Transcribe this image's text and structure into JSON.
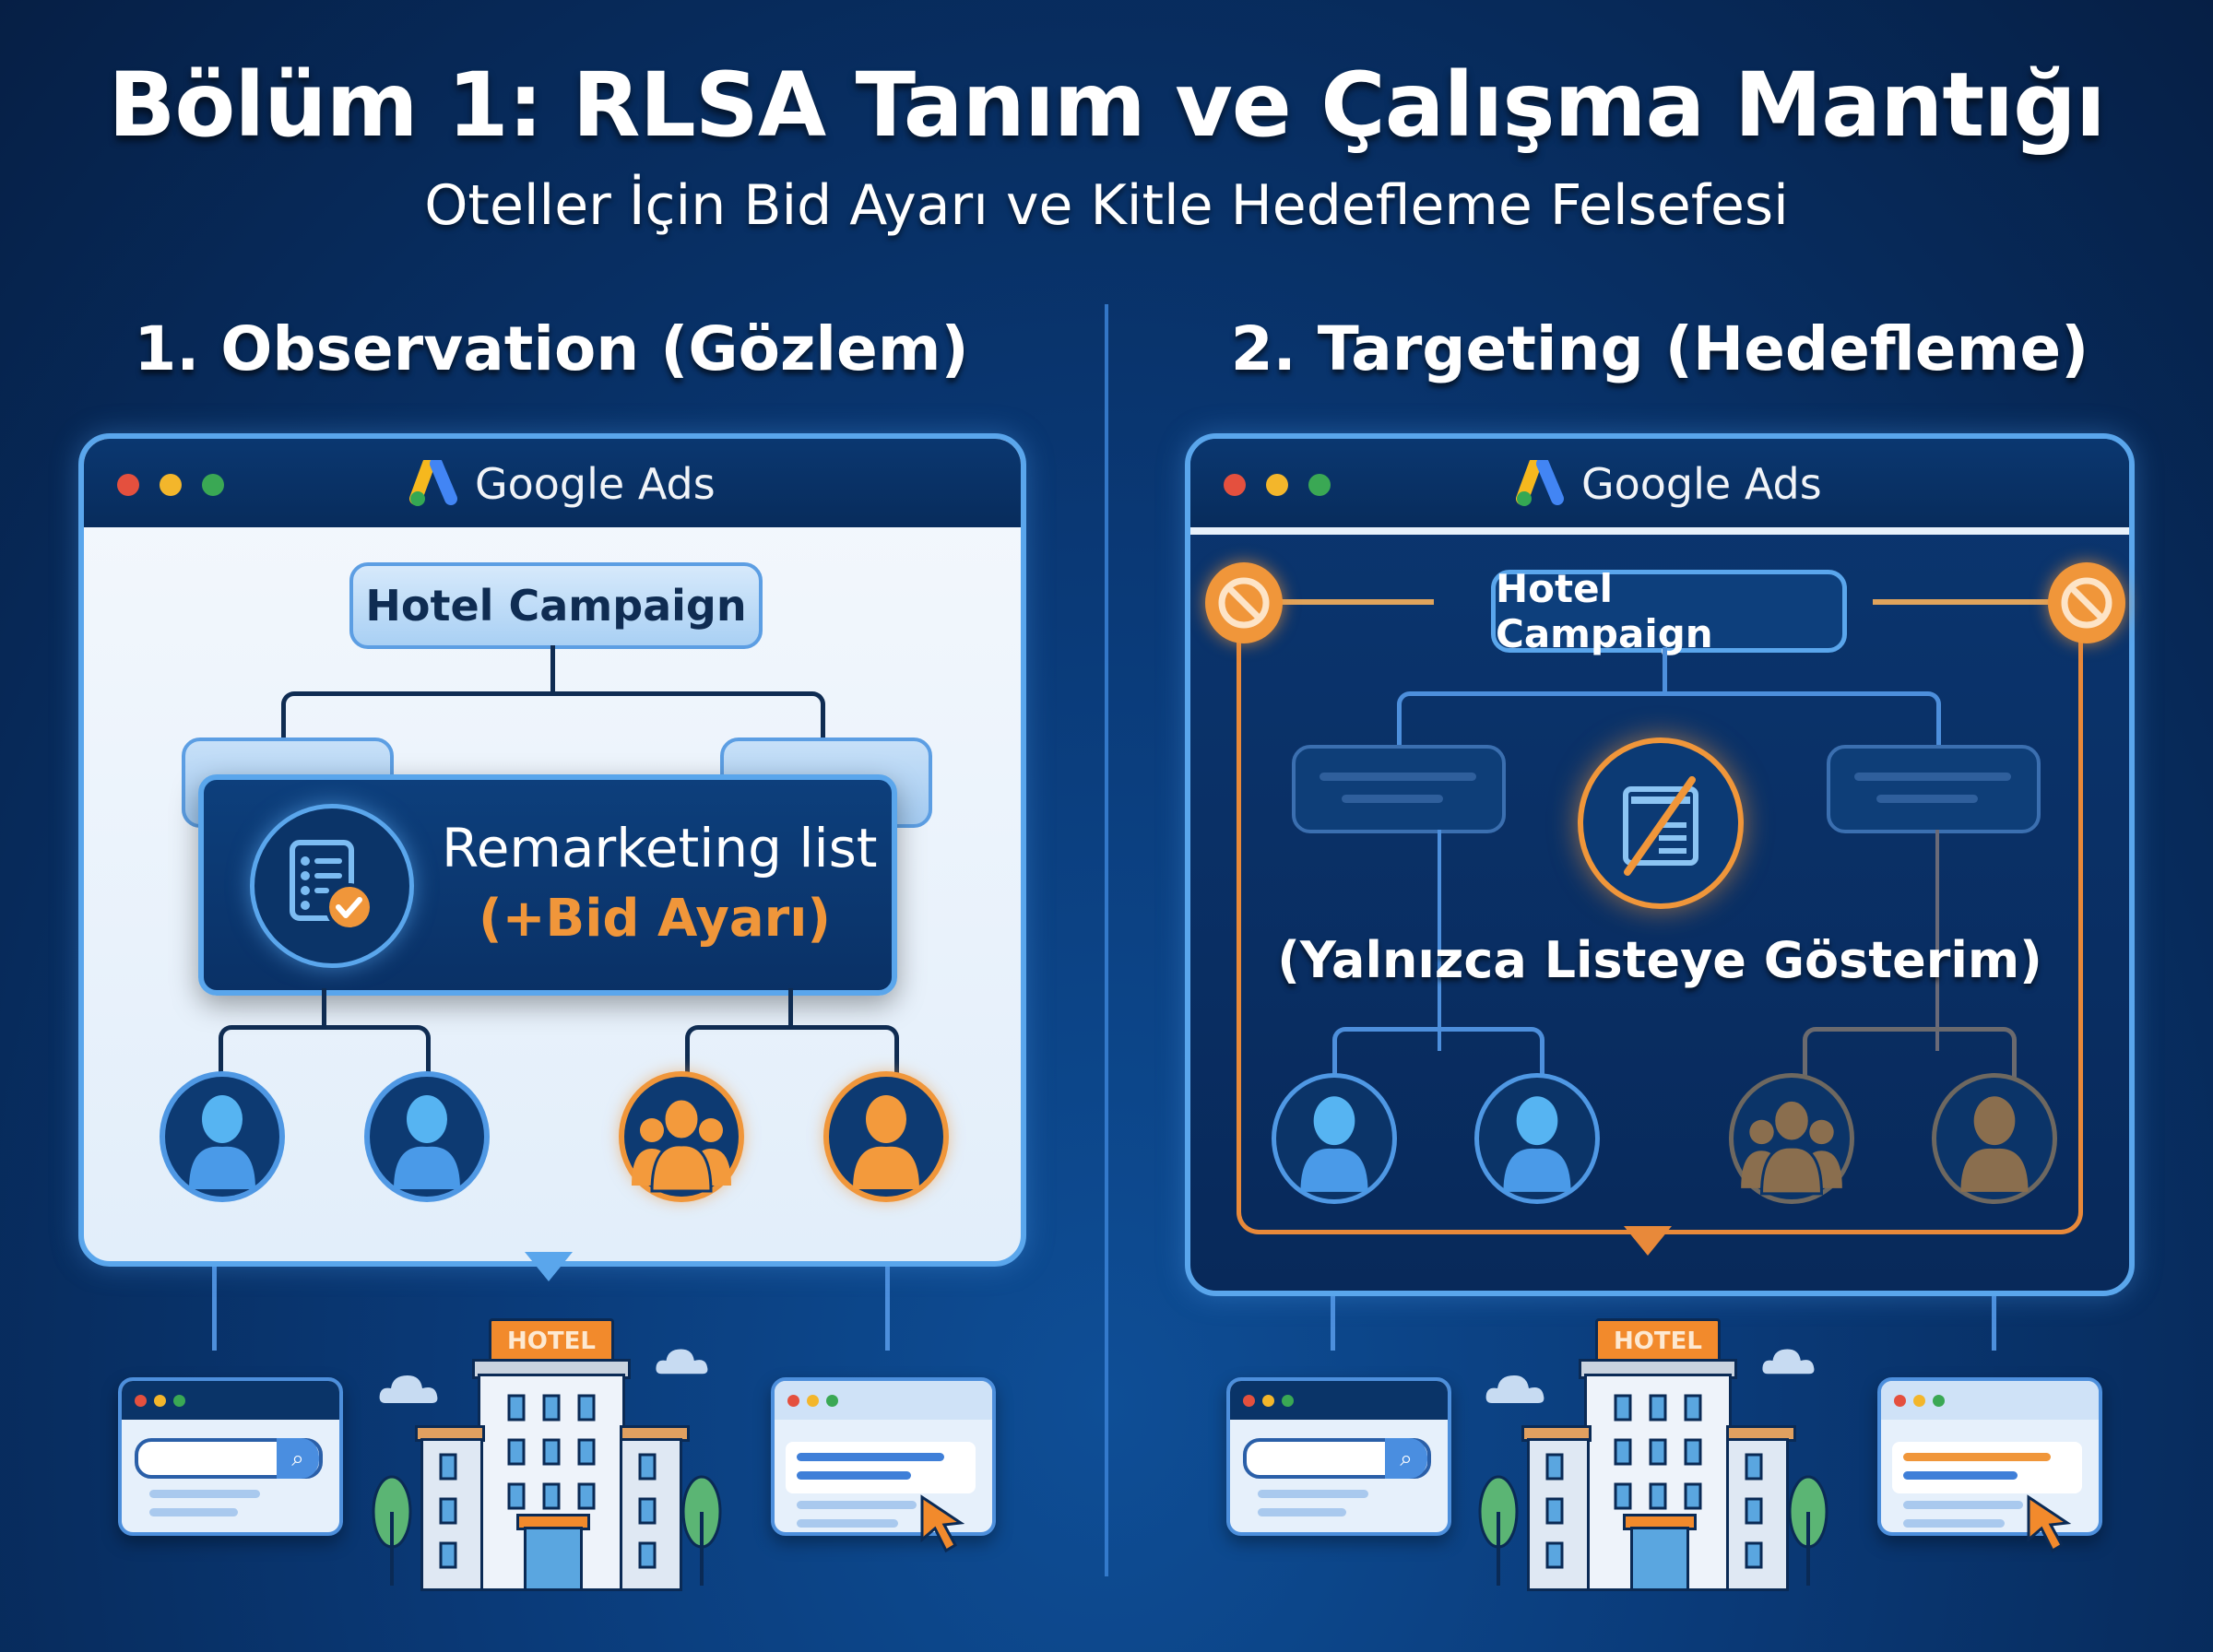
{
  "header": {
    "title": "Bölüm 1: RLSA Tanım ve Çalışma Mantığı",
    "subtitle": "Oteller İçin Bid Ayarı ve Kitle Hedefleme Felsefesi"
  },
  "colors": {
    "background": "#072a5a",
    "accent_blue": "#5aa6ec",
    "accent_orange": "#f0963a",
    "text_dark": "#0f2c52",
    "light_panel": "#eef5fc"
  },
  "observation": {
    "section_title": "1. Observation (Gözlem)",
    "window": {
      "app_name": "Google Ads",
      "window_dots": [
        "red",
        "yellow",
        "green"
      ]
    },
    "campaign_node": "Hotel Campaign",
    "remarketing_card": {
      "title": "Remarketing list",
      "subtitle": "(+Bid Ayarı)",
      "icon": "list-check-icon"
    },
    "audiences": [
      {
        "type": "single-user",
        "color": "blue"
      },
      {
        "type": "single-user",
        "color": "blue"
      },
      {
        "type": "user-group",
        "color": "orange"
      },
      {
        "type": "single-user",
        "color": "orange"
      }
    ],
    "hotel_sign": "HOTEL",
    "search_window_icon": "search-icon",
    "result_window_icon": "cursor-icon"
  },
  "targeting": {
    "section_title": "2. Targeting (Hedefleme)",
    "window": {
      "app_name": "Google Ads",
      "window_dots": [
        "red",
        "yellow",
        "green"
      ]
    },
    "campaign_node": "Hotel Campaign",
    "block_icons": [
      "block-icon-left",
      "block-icon-right"
    ],
    "center_icon": "blocked-ad-icon",
    "caption": "(Yalnızca Listeye Gösterim)",
    "audiences": [
      {
        "type": "single-user",
        "color": "blue",
        "state": "active"
      },
      {
        "type": "single-user",
        "color": "blue",
        "state": "active"
      },
      {
        "type": "user-group",
        "color": "brown",
        "state": "excluded"
      },
      {
        "type": "single-user",
        "color": "brown",
        "state": "excluded"
      }
    ],
    "hotel_sign": "HOTEL",
    "search_window_icon": "search-icon",
    "result_window_icon": "cursor-icon"
  }
}
